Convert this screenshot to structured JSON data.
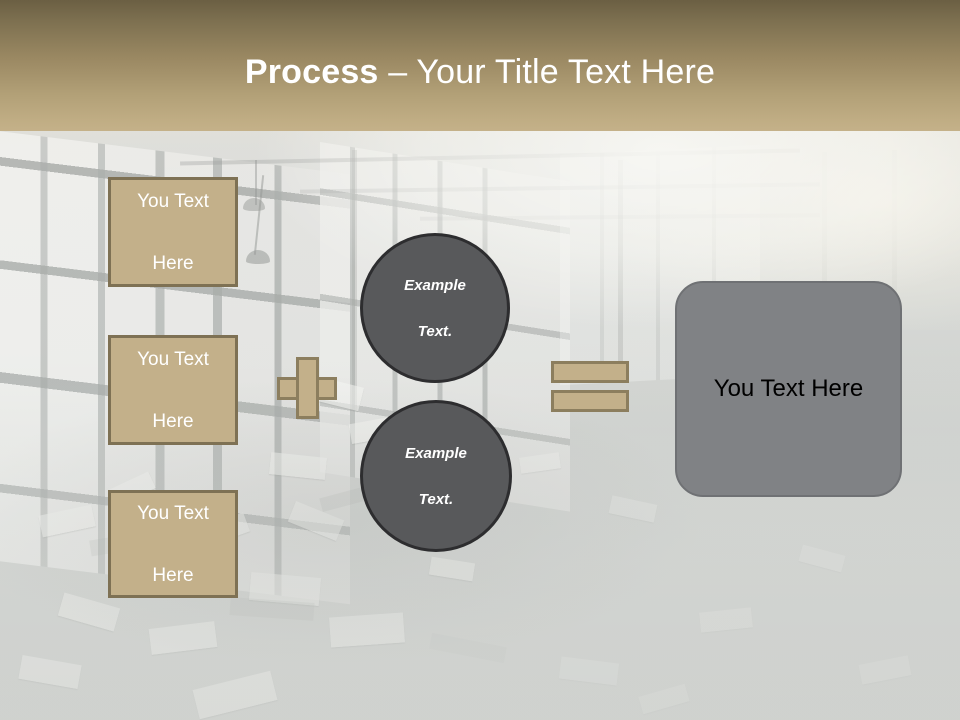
{
  "slide": {
    "title": {
      "strong": "Process",
      "rest": " – Your Title Text Here"
    },
    "background": {
      "description": "abandoned-factory-interior-photo",
      "overlay_tint": "#e8e3d6"
    },
    "colors": {
      "header_gradient_top": "#6b5f43",
      "header_gradient_bottom": "#c4b189",
      "tan_fill": "#c3b08a",
      "tan_border": "#7e7154",
      "circle_fill": "#58595b",
      "circle_border": "#2d2d2f",
      "result_fill": "#808285",
      "result_border": "#6f7174",
      "title_text": "#ffffff",
      "result_text": "#000000"
    },
    "input_boxes": [
      {
        "line1": "You Text",
        "line2": "Here"
      },
      {
        "line1": "You Text",
        "line2": "Here"
      },
      {
        "line1": "You Text",
        "line2": "Here"
      }
    ],
    "operators": {
      "plus": "+",
      "equals": "="
    },
    "circles": [
      {
        "line1": "Example",
        "line2": "Text."
      },
      {
        "line1": "Example",
        "line2": "Text."
      }
    ],
    "result_box": {
      "label": "You Text Here"
    }
  }
}
